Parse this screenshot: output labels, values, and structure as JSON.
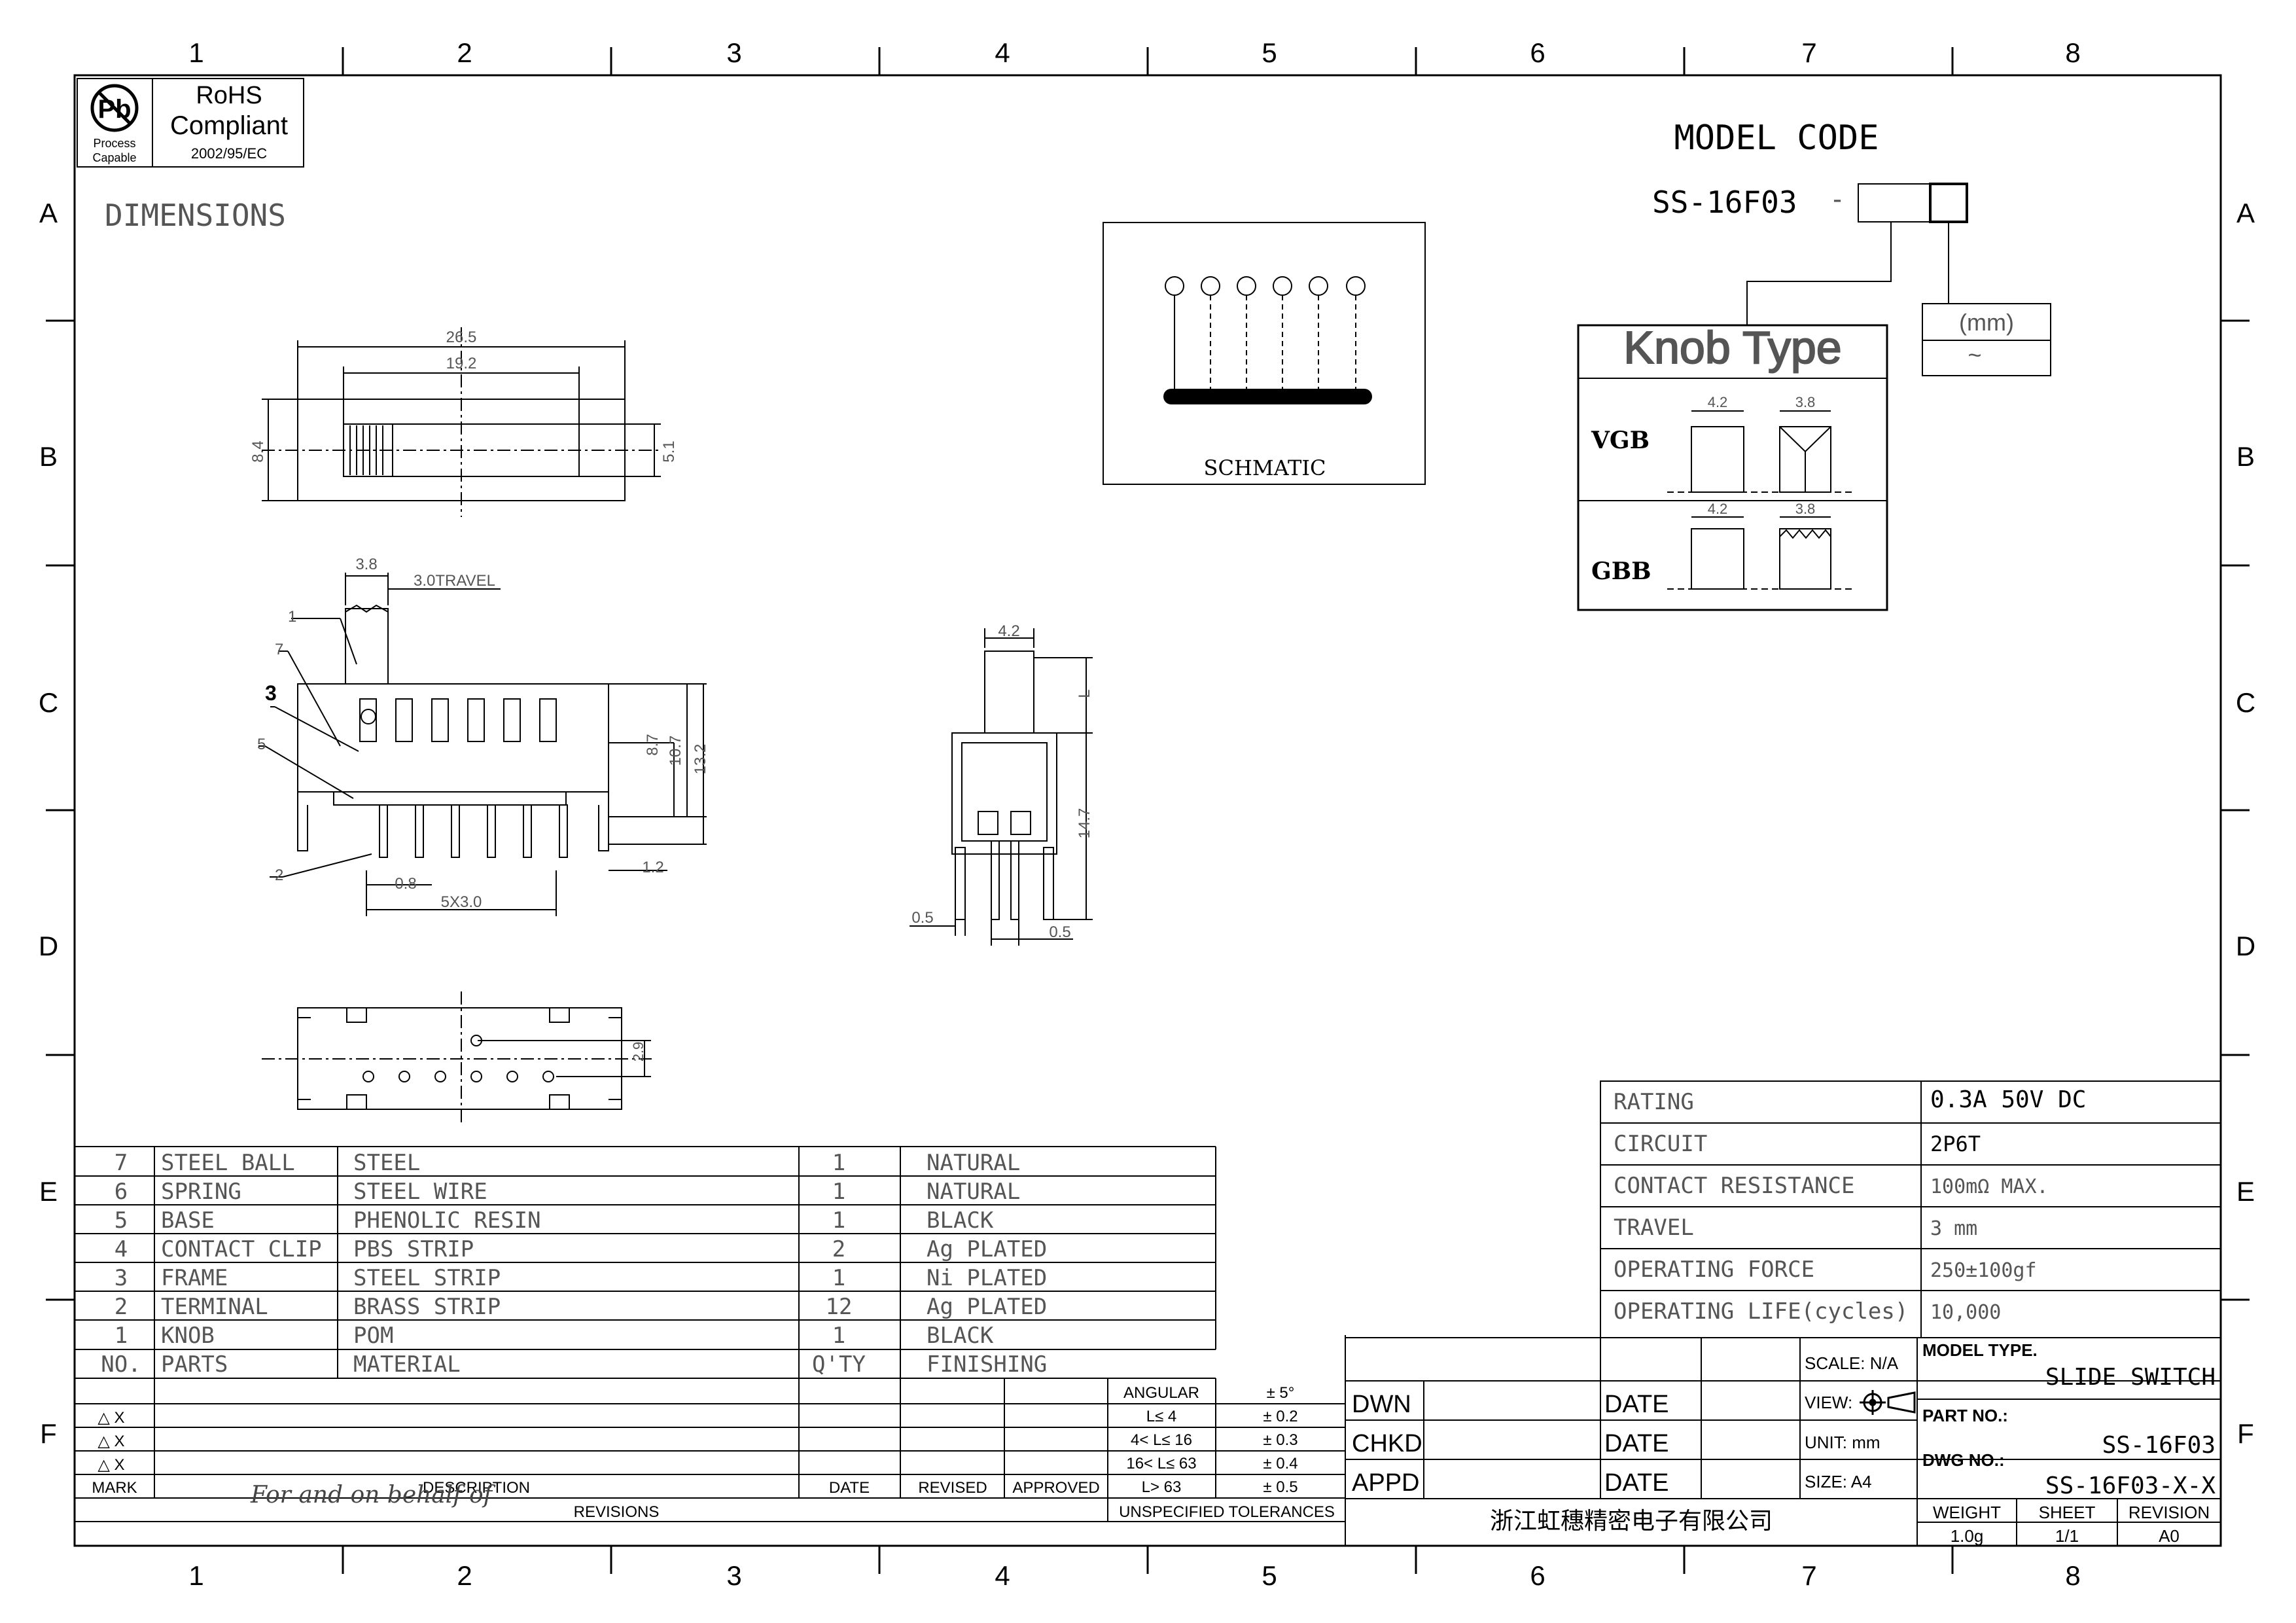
{
  "border": {
    "cols": [
      "1",
      "2",
      "3",
      "4",
      "5",
      "6",
      "7",
      "8"
    ],
    "rows": [
      "A",
      "B",
      "C",
      "D",
      "E",
      "F"
    ]
  },
  "rohs": {
    "title": "RoHS",
    "compliant": "Compliant",
    "directive": "2002/95/EC",
    "pb": "Pb",
    "process": "Process",
    "capable": "Capable"
  },
  "dimensions_label": "DIMENSIONS",
  "top_view": {
    "d_overall": "26.5",
    "d_inner": "19.2",
    "d_height": "8.4",
    "d_knob_h": "5.1"
  },
  "side_view": {
    "d_knob": "3.8",
    "d_travel": "3.0TRAVEL",
    "callouts": [
      "1",
      "7",
      "3",
      "5",
      "2"
    ],
    "d_h1": "8.7",
    "d_h2": "10.7",
    "d_h3": "13.2",
    "d_pin": "0.8",
    "d_pitch": "5X3.0",
    "d_pin_right": "1.2"
  },
  "end_view": {
    "d_width": "4.2",
    "d_L": "L",
    "d_h": "14.7",
    "d_left": "0.5",
    "d_right": "0.5"
  },
  "bottom_view": {
    "d_pitch": "2.9"
  },
  "schematic": {
    "label": "SCHMATIC"
  },
  "model_code": {
    "title": "MODEL CODE",
    "prefix": "SS-16F03",
    "knob_type_title": "Knob Type",
    "mm_label": "(mm)",
    "mm_value": "~",
    "rows": [
      {
        "name": "VGB",
        "d1": "4.2",
        "d2": "3.8"
      },
      {
        "name": "GBB",
        "d1": "4.2",
        "d2": "3.8"
      }
    ]
  },
  "specs": [
    {
      "label": "RATING",
      "value": "0.3A 50V DC"
    },
    {
      "label": "CIRCUIT",
      "value": "2P6T"
    },
    {
      "label": "CONTACT RESISTANCE",
      "value": "100mΩ MAX."
    },
    {
      "label": "TRAVEL",
      "value": "3 mm"
    },
    {
      "label": "OPERATING FORCE",
      "value": "250±100gf"
    },
    {
      "label": "OPERATING LIFE(cycles)",
      "value": "10,000"
    }
  ],
  "bom": {
    "rows": [
      {
        "no": "7",
        "part": "STEEL BALL",
        "material": "STEEL",
        "qty": "1",
        "finish": "NATURAL"
      },
      {
        "no": "6",
        "part": "SPRING",
        "material": "STEEL WIRE",
        "qty": "1",
        "finish": "NATURAL"
      },
      {
        "no": "5",
        "part": "BASE",
        "material": "PHENOLIC RESIN",
        "qty": "1",
        "finish": "BLACK"
      },
      {
        "no": "4",
        "part": "CONTACT CLIP",
        "material": "PBS STRIP",
        "qty": "2",
        "finish": "Ag PLATED"
      },
      {
        "no": "3",
        "part": "FRAME",
        "material": "STEEL STRIP",
        "qty": "1",
        "finish": "Ni PLATED"
      },
      {
        "no": "2",
        "part": "TERMINAL",
        "material": "BRASS STRIP",
        "qty": "12",
        "finish": "Ag PLATED"
      },
      {
        "no": "1",
        "part": "KNOB",
        "material": "POM",
        "qty": "1",
        "finish": "BLACK"
      }
    ],
    "header": {
      "no": "NO.",
      "part": "PARTS",
      "material": "MATERIAL",
      "qty": "Q'TY",
      "finish": "FINISHING"
    }
  },
  "revisions": {
    "marks": [
      "△ X",
      "△ X",
      "△ X"
    ],
    "mark": "MARK",
    "description": "DESCRIPTION",
    "date": "DATE",
    "revised": "REVISED",
    "approved": "APPROVED",
    "title": "REVISIONS",
    "watermark": "For and on behalf of"
  },
  "tolerances": {
    "rows": [
      {
        "range": "ANGULAR",
        "tol": "± 5°"
      },
      {
        "range": "L≤ 4",
        "tol": "± 0.2"
      },
      {
        "range": "4< L≤ 16",
        "tol": "± 0.3"
      },
      {
        "range": "16< L≤ 63",
        "tol": "± 0.4"
      },
      {
        "range": "L> 63",
        "tol": "± 0.5"
      }
    ],
    "title": "UNSPECIFIED TOLERANCES"
  },
  "title_block": {
    "dwn": "DWN",
    "chkd": "CHKD",
    "appd": "APPD",
    "date": "DATE",
    "scale": "SCALE: N/A",
    "view": "VIEW:",
    "unit": "UNIT:  mm",
    "size": "SIZE:  A4",
    "model_type_label": "MODEL TYPE.",
    "model_type": "SLIDE SWITCH",
    "part_no_label": "PART NO.:",
    "part_no": "SS-16F03",
    "dwg_no_label": "DWG NO.:",
    "dwg_no": "SS-16F03-X-X",
    "company": "浙江虹穗精密电子有限公司",
    "weight_label": "WEIGHT",
    "weight": "1.0g",
    "sheet_label": "SHEET",
    "sheet": "1/1",
    "revision_label": "REVISION",
    "revision": "A0"
  },
  "colors": {
    "line": "#000000",
    "muted": "#555555"
  }
}
